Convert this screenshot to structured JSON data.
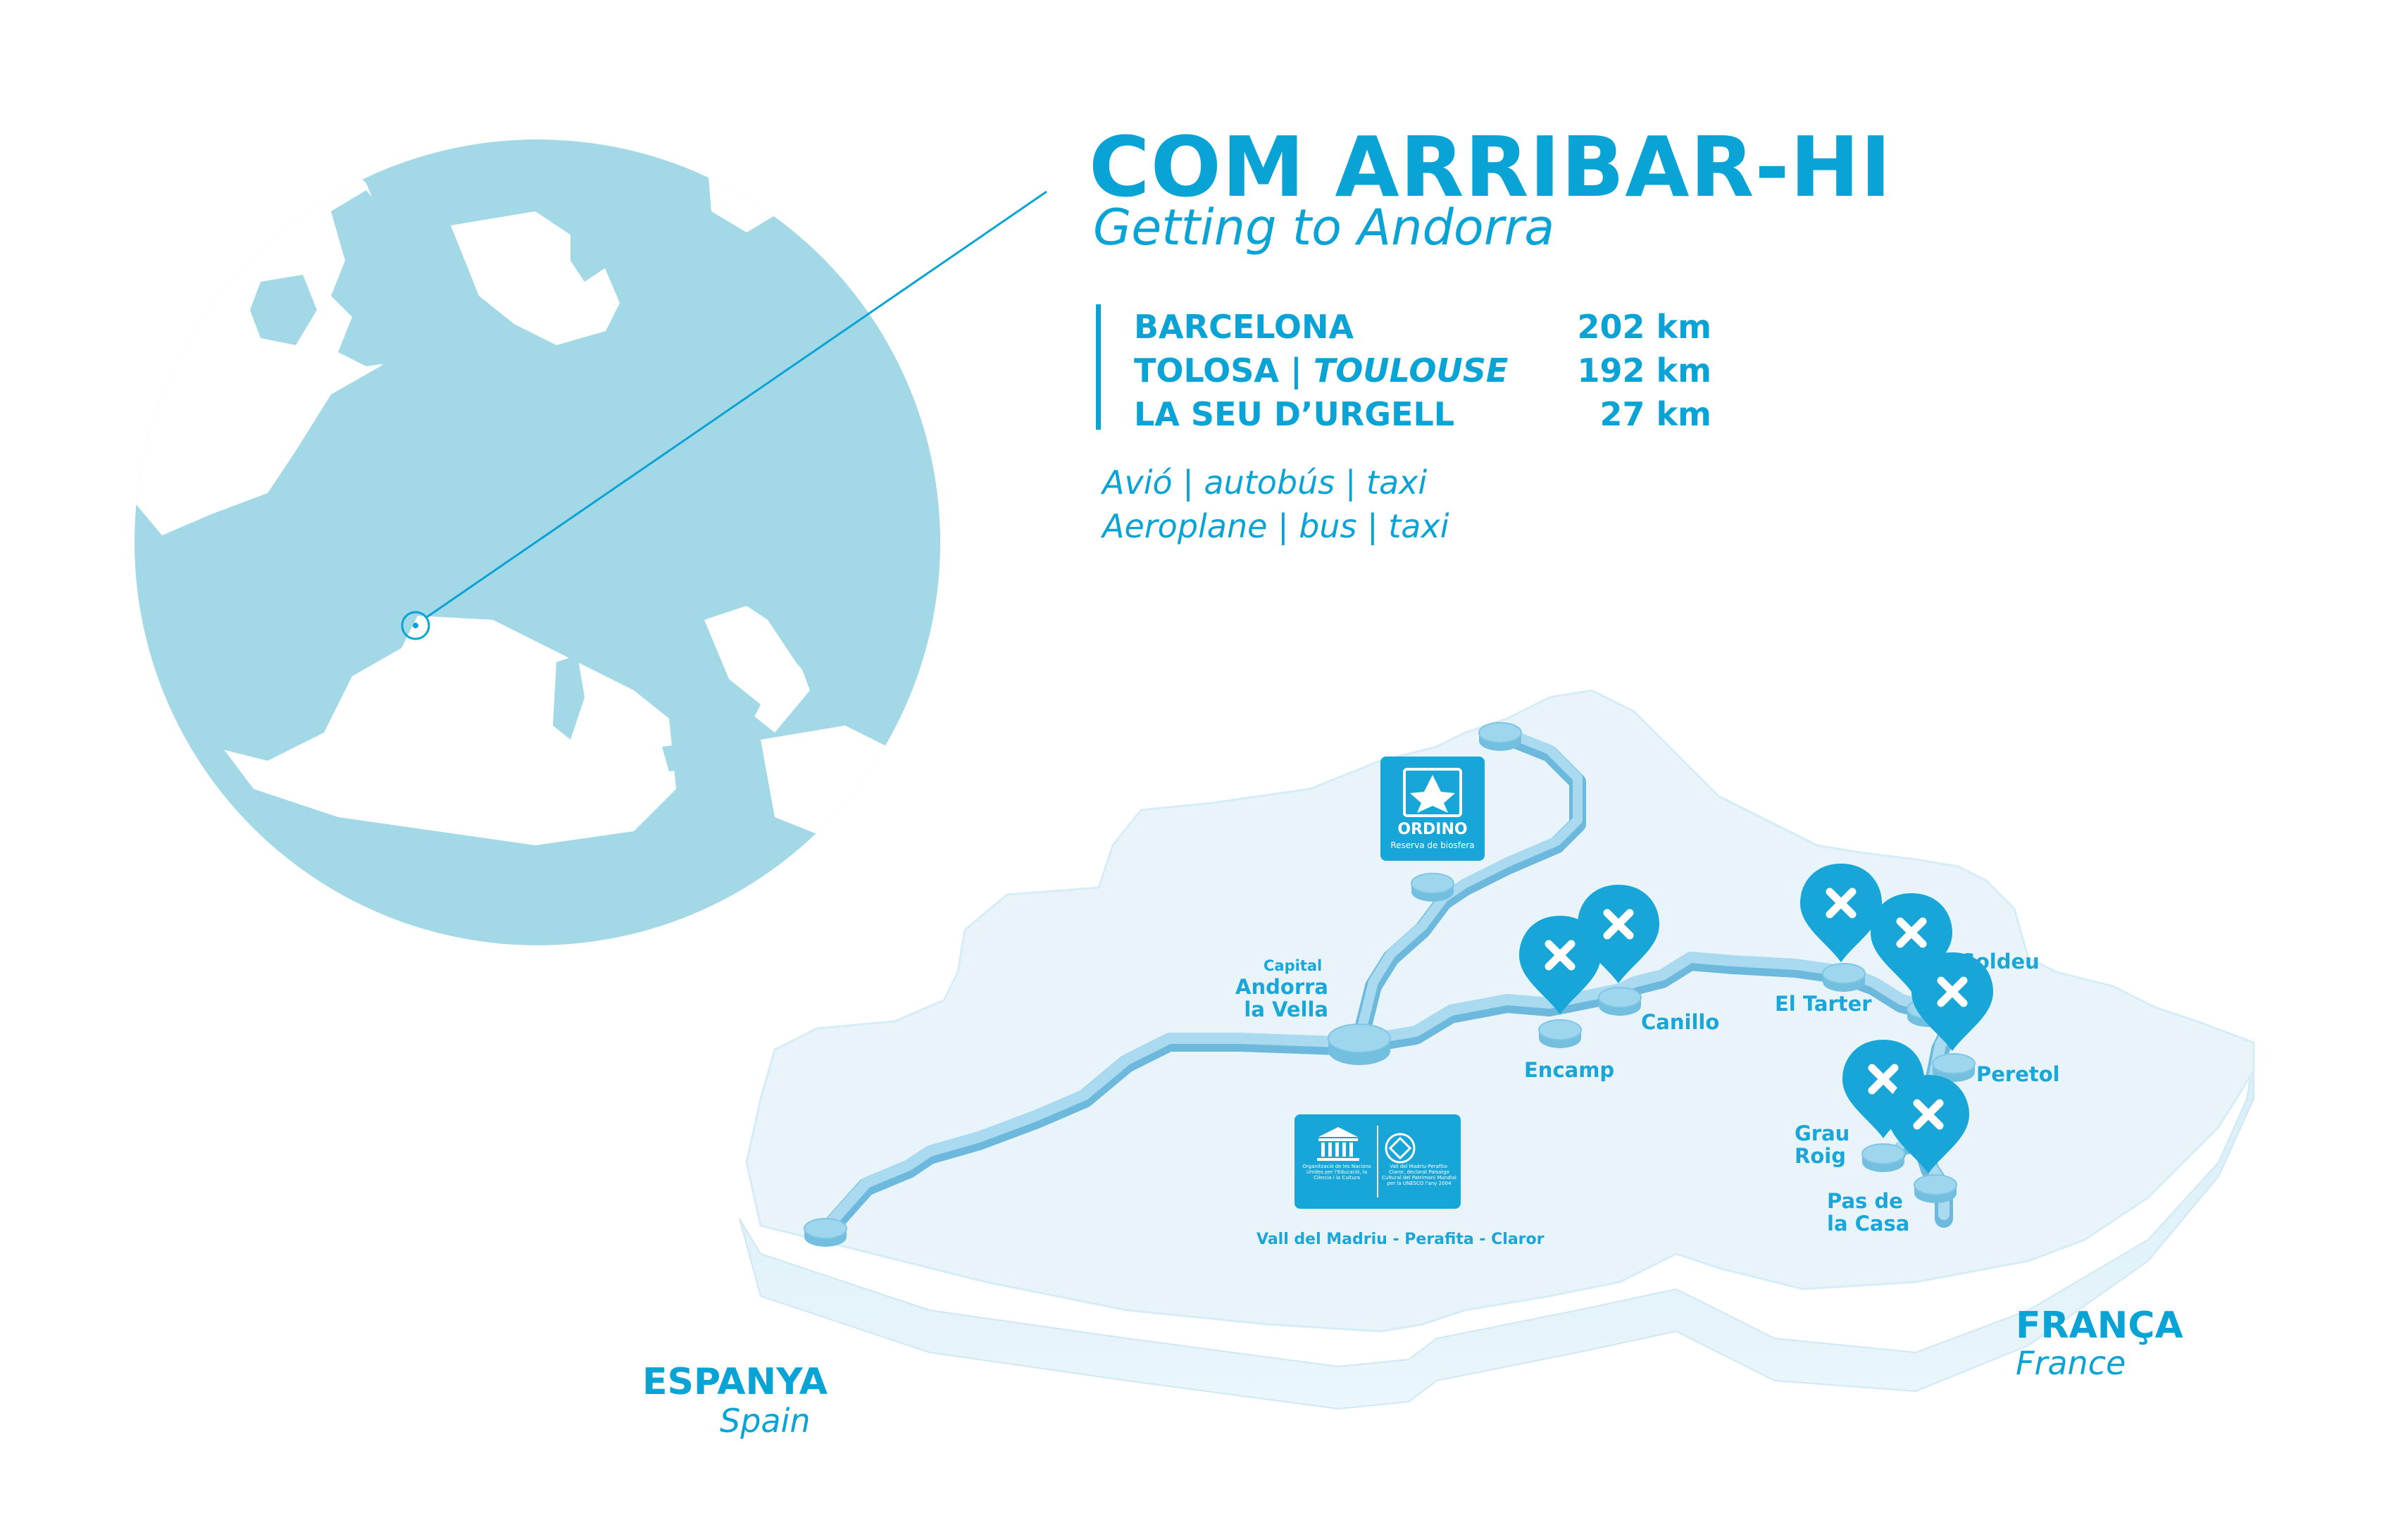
{
  "header": {
    "title": "COM ARRIBAR-HI",
    "subtitle": "Getting to Andorra"
  },
  "distances": [
    {
      "city": "BARCELONA",
      "km": "202 km"
    },
    {
      "city": "TOLOSA | ",
      "city_italic": "TOULOUSE",
      "km": "192 km"
    },
    {
      "city": "LA SEU D’URGELL",
      "km": "27 km"
    }
  ],
  "transport": {
    "line1": "Avió | autobús | taxi",
    "line2": "Aeroplane | bus | taxi"
  },
  "map": {
    "capital_label": "Capital",
    "capital_name_1": "Andorra",
    "capital_name_2": "la Vella",
    "towns": {
      "encamp": "Encamp",
      "canillo": "Canillo",
      "el_tarter": "El Tarter",
      "soldeu": "Soldeu",
      "peretol": "Peretol",
      "grau_roig_1": "Grau",
      "grau_roig_2": "Roig",
      "pas_de_la_casa_1": "Pas de",
      "pas_de_la_casa_2": "la Casa"
    },
    "ordino_logo_text": "ORDINO",
    "ordino_logo_subtext": "Reserva de biosfera",
    "unesco_caption": "Vall del Madriu - Perafita - Claror",
    "unesco_text_left": "Organització de les Nacions Unides per l'Educació, la Ciència i la Cultura",
    "unesco_text_right": "Vall del Madriu-Perafita-Claror, declarat Paisatge Cultural del Patrimoni Mundial per la UNESCO l'any 2004",
    "countries": {
      "spain_local": "ESPANYA",
      "spain_en": "Spain",
      "france_local": "FRANÇA",
      "france_en": "France"
    },
    "ski_marker_icon": "ski-resort-x-marker-icon",
    "colors": {
      "accent": "#0aa3d6",
      "map_top": "#e7f3fa",
      "map_side": "#cfe9f5",
      "road": "#8fcbe6",
      "europe_circle": "#a3d8e7",
      "europe_land": "#ffffff"
    }
  }
}
